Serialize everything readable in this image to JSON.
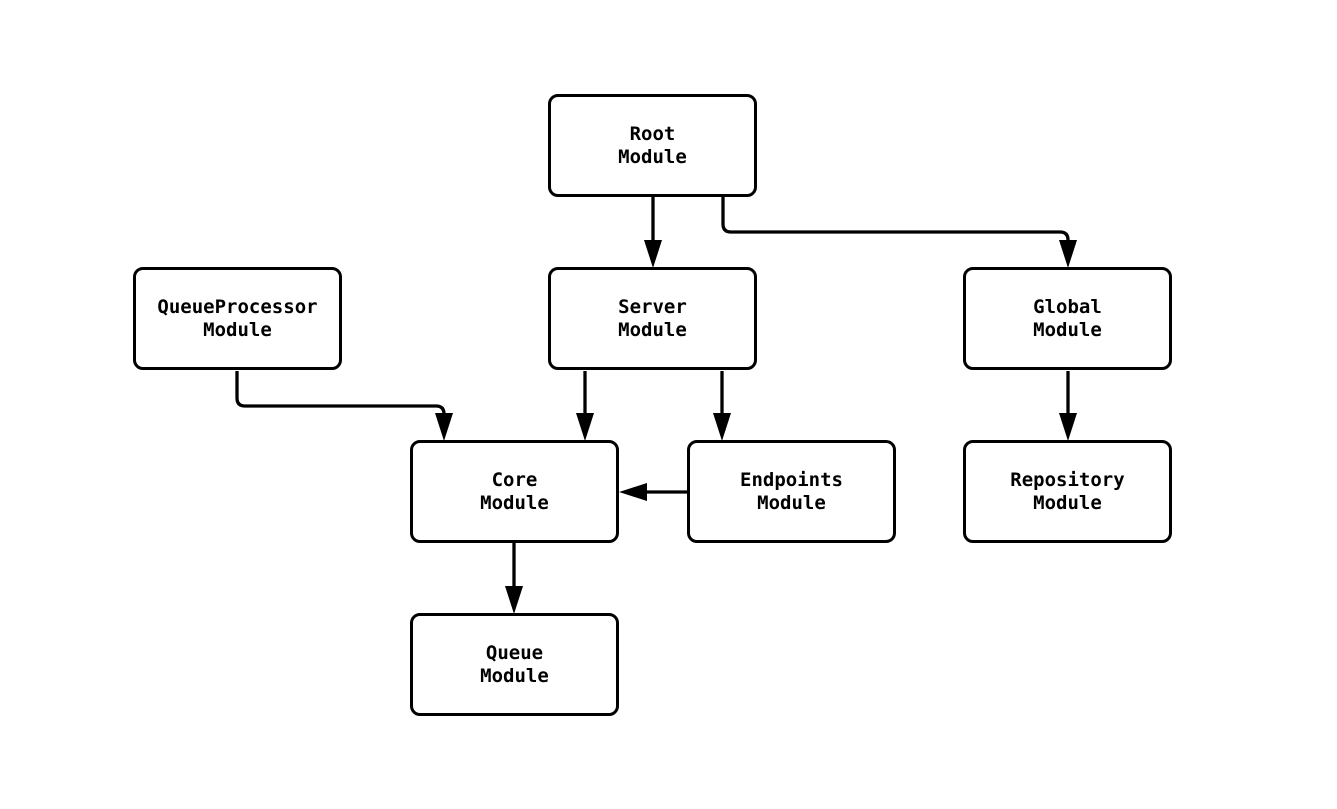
{
  "diagram": {
    "type": "module-dependency-flowchart",
    "background_color": "#ffffff",
    "node_fill_color": "#ffffff",
    "node_border_color": "#000000",
    "edge_color": "#000000",
    "text_color": "#000000",
    "nodes": {
      "root": {
        "label": "Root\nModule"
      },
      "queueprocessor": {
        "label": "QueueProcessor\nModule"
      },
      "server": {
        "label": "Server\nModule"
      },
      "global": {
        "label": "Global\nModule"
      },
      "core": {
        "label": "Core\nModule"
      },
      "endpoints": {
        "label": "Endpoints\nModule"
      },
      "repository": {
        "label": "Repository\nModule"
      },
      "queue": {
        "label": "Queue\nModule"
      }
    },
    "edges": [
      {
        "from": "Root Module",
        "to": "Server Module"
      },
      {
        "from": "Root Module",
        "to": "Global Module"
      },
      {
        "from": "QueueProcessor Module",
        "to": "Core Module"
      },
      {
        "from": "Server Module",
        "to": "Core Module"
      },
      {
        "from": "Server Module",
        "to": "Endpoints Module"
      },
      {
        "from": "Endpoints Module",
        "to": "Core Module"
      },
      {
        "from": "Global Module",
        "to": "Repository Module"
      },
      {
        "from": "Core Module",
        "to": "Queue Module"
      }
    ]
  }
}
